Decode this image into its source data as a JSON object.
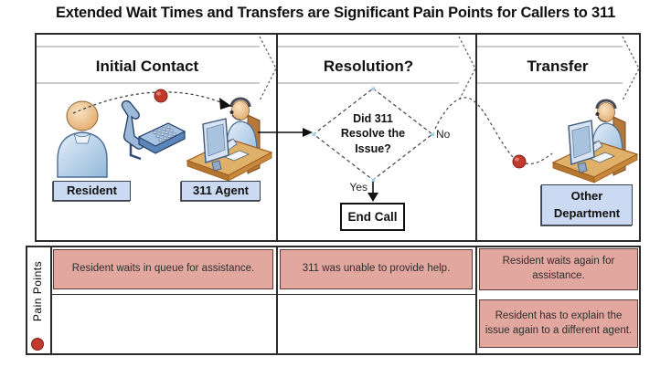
{
  "title": "Extended Wait Times and Transfers are Significant Pain Points for Callers to 311",
  "lanes": [
    {
      "label": "Initial Contact"
    },
    {
      "label": "Resolution?"
    },
    {
      "label": "Transfer"
    }
  ],
  "flow": {
    "resident_label": "Resident",
    "agent_label": "311 Agent",
    "decision_question": "Did 311 Resolve the Issue?",
    "yes_label": "Yes",
    "no_label": "No",
    "end_call_label": "End Call",
    "other_department_label": "Other Department"
  },
  "pain_points": {
    "lane_label": "Pain Points",
    "items": [
      {
        "column": "Initial Contact",
        "text": "Resident waits in queue for assistance."
      },
      {
        "column": "Resolution?",
        "text": "311 was unable to provide help."
      },
      {
        "column": "Transfer",
        "text": "Resident waits again for assistance."
      },
      {
        "column": "Transfer",
        "text": "Resident has to explain the issue again to a different agent."
      }
    ]
  },
  "colors": {
    "pain_fill": "#E2A79E",
    "pain_border": "#5C3A34",
    "label_fill": "#CBDAF2",
    "label_border": "#3A4250",
    "dot": "#C23A2C",
    "line": "#2B2B2B"
  }
}
